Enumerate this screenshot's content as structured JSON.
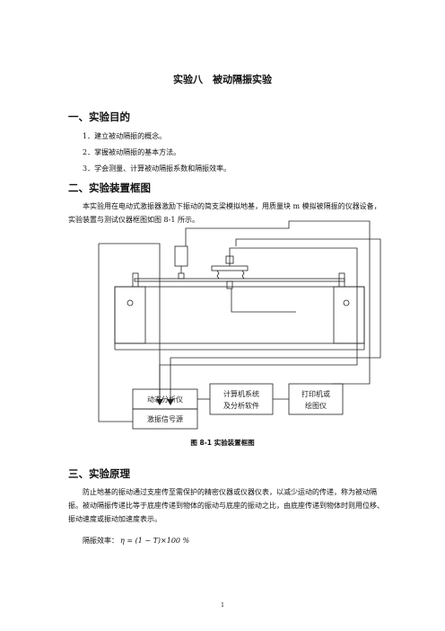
{
  "title": "实验八　被动隔振实验",
  "sections": {
    "s1": {
      "heading": "一、实验目的",
      "items": [
        "1．建立被动隔振的概念。",
        "2．掌握被动隔振的基本方法。",
        "3．学会测量、计算被动隔振系数和隔振效率。"
      ]
    },
    "s2": {
      "heading": "二、实验装置框图",
      "para": "本实验用在电动式激振器激励下振动的简支梁模拟地基，用质量块 m 模拟被隔振的仪器设备，实验装置与测试仪器框图如图 8-1 所示。"
    },
    "s3": {
      "heading": "三、实验原理",
      "para": "防止地基的振动通过支座传至需保护的精密仪器或仪器仪表，以减少运动的传递，称为被动隔振。被动隔振传递比等于底座传递到物体的振动与底座的振动之比，由底座传递到物体时则用位移、振动速度或振动加速度表示。",
      "formula_label": "隔振效率：",
      "formula": "η = (1 − T)×100 %"
    }
  },
  "diagram": {
    "box_analyzer": "动态分析仪",
    "box_signal": "激振信号源",
    "box_computer_1": "计算机系统",
    "box_computer_2": "及分析软件",
    "box_printer_1": "打印机或",
    "box_printer_2": "绘图仪"
  },
  "caption": "图 8-1 实验装置框图",
  "page_number": "1"
}
